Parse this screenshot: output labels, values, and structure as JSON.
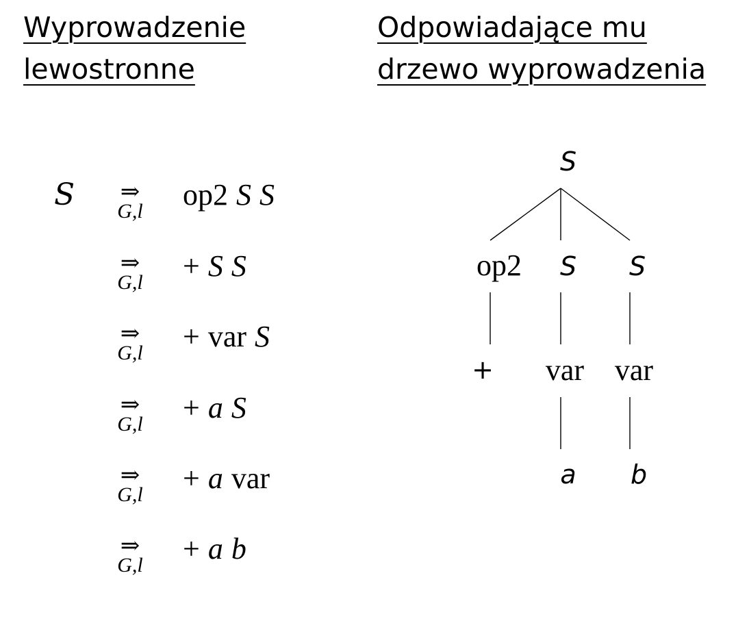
{
  "headings": {
    "left": {
      "line1": "Wyprowadzenie",
      "line2": "lewostronne"
    },
    "right": {
      "line1": "Odpowiadające mu",
      "line2": "drzewo wyprowadzenia"
    }
  },
  "derivation": {
    "start": "S",
    "arrow": "⇒",
    "arrow_sub": "G,l",
    "steps": [
      [
        "op2",
        "S",
        "S"
      ],
      [
        "+",
        "S",
        "S"
      ],
      [
        "+",
        "var",
        "S"
      ],
      [
        "+",
        "a",
        "S"
      ],
      [
        "+",
        "a",
        "var"
      ],
      [
        "+",
        "a",
        "b"
      ]
    ]
  },
  "tree": {
    "root": "S",
    "level1": [
      "op2",
      "S",
      "S"
    ],
    "level2": [
      "+",
      "var",
      "var"
    ],
    "level3": [
      "a",
      "b"
    ]
  }
}
